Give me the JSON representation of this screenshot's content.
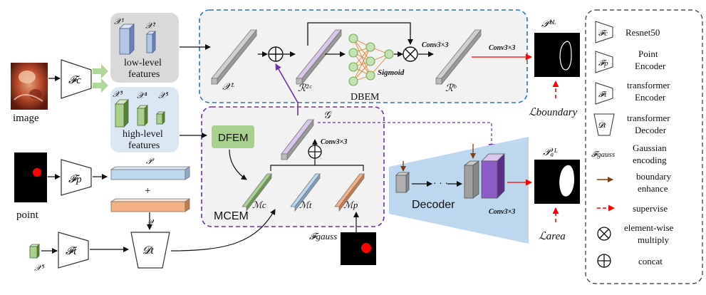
{
  "colors": {
    "low_bg": "#d9d9d9",
    "high_bg": "#dbe7f3",
    "dbem_border": "#2e75b6",
    "mcem_border": "#7030a0",
    "dfem_fill": "#a9d18e",
    "decoder_bg": "#bdd7ee",
    "arrow_purple": "#7030a0",
    "arrow_red": "#ff0000",
    "arrow_brown": "#843c0c",
    "net_orange": "#ed7d31",
    "net_green": "#70ad47"
  },
  "labels": {
    "image": "image",
    "point": "point",
    "fc": "𝓕c",
    "fp": "𝓕p",
    "ft": "𝓕t",
    "dt": "𝓓t",
    "x1": "𝒳¹",
    "x2": "𝒳²",
    "x3": "𝒳³",
    "x4": "𝒳⁴",
    "x5": "𝒳⁵",
    "x5_small": "𝒳⁵",
    "low_line1": "low-level",
    "low_line2": "features",
    "high_line1": "high-level",
    "high_line2": "features",
    "xl": "𝒳ᴸ",
    "r2c": "ℛ²ᶜ",
    "rb": "ℛᵇ",
    "dbem": "DBEM",
    "sigmoid": "Sigmoid",
    "conv_a": "Conv3×3",
    "conv_b": "Conv3×3",
    "conv_c": "Conv3×3",
    "conv_d": "Conv3×3",
    "g": "𝒢",
    "dfem": "DFEM",
    "mcem": "MCEM",
    "mc": "ℳc",
    "mt": "ℳt",
    "mp": "ℳp",
    "p": "𝒫",
    "q": "𝒬",
    "plus": "+",
    "fgauss": "𝓕gauss",
    "decoder": "Decoder",
    "pbl": "𝒫ᵇᴸ",
    "pal": "𝒫ₐᴸ",
    "lboundary": "ℒboundary",
    "larea": "ℒarea"
  },
  "legend": {
    "items": [
      {
        "line1": "Resnet50",
        "line2": ""
      },
      {
        "line1": "Point",
        "line2": "Encoder"
      },
      {
        "line1": "transformer",
        "line2": "Encoder"
      },
      {
        "line1": "transformer",
        "line2": "Decoder"
      },
      {
        "line1": "Gaussian",
        "line2": "encoding"
      },
      {
        "line1": "boundary",
        "line2": "enhance"
      },
      {
        "line1": "supervise",
        "line2": ""
      },
      {
        "line1": "element-wise",
        "line2": "multiply"
      },
      {
        "line1": "concat",
        "line2": ""
      }
    ],
    "symbols": {
      "fc": "𝓕c",
      "fp": "𝓕p",
      "ft": "𝓕t",
      "dt": "𝓓t",
      "fgauss": "𝓕gauss"
    }
  }
}
